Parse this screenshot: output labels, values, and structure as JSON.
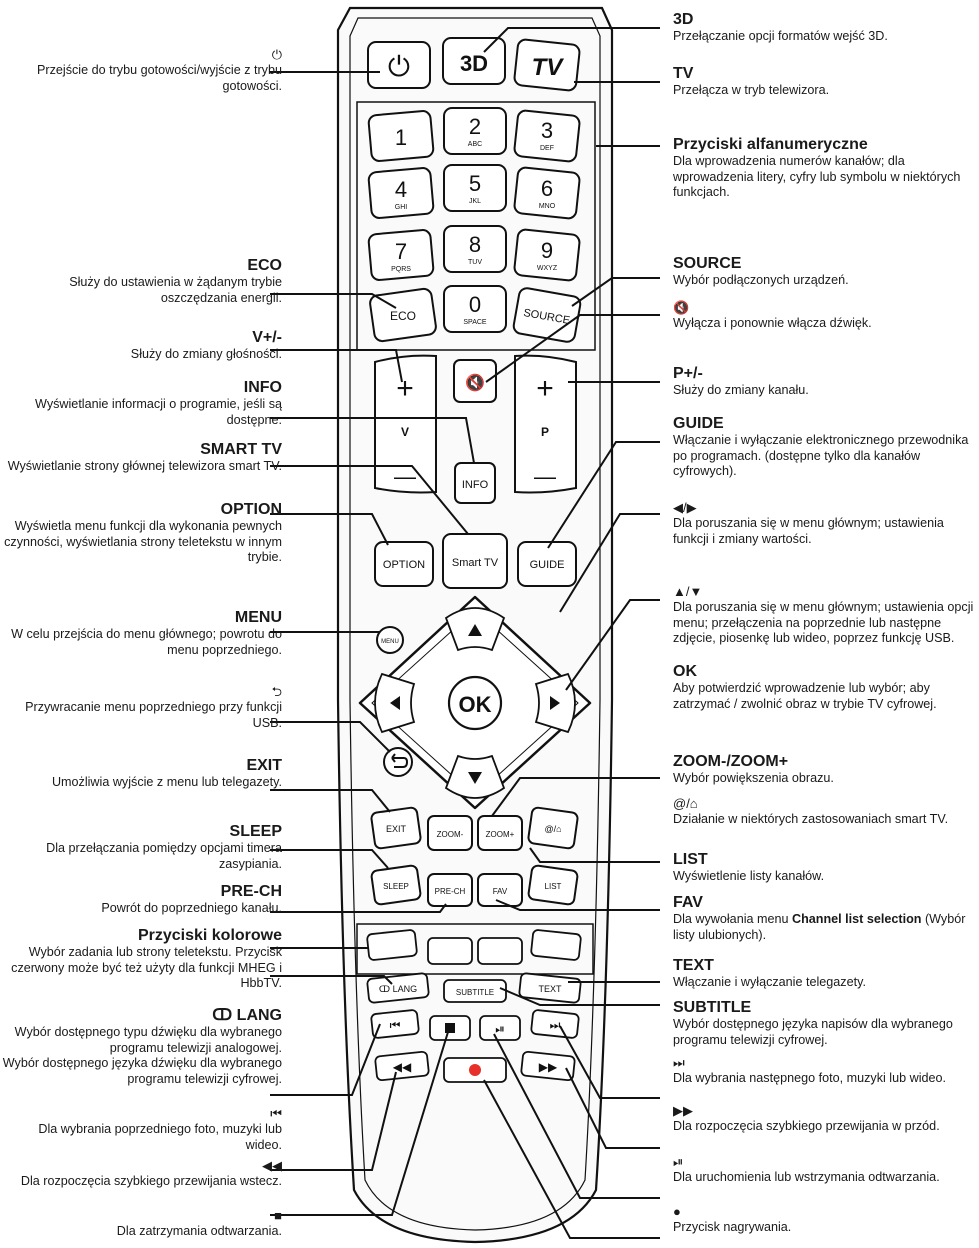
{
  "remote": {
    "keys": {
      "power": "⏻",
      "3d": "3D",
      "tv": "TV",
      "num": [
        {
          "d": "1",
          "s": ""
        },
        {
          "d": "2",
          "s": "ABC"
        },
        {
          "d": "3",
          "s": "DEF"
        },
        {
          "d": "4",
          "s": "GHI"
        },
        {
          "d": "5",
          "s": "JKL"
        },
        {
          "d": "6",
          "s": "MNO"
        },
        {
          "d": "7",
          "s": "PQRS"
        },
        {
          "d": "8",
          "s": "TUV"
        },
        {
          "d": "9",
          "s": "WXYZ"
        }
      ],
      "zero": "0",
      "zero_sub": "SPACE",
      "eco": "ECO",
      "source": "SOURCE",
      "vol_plus": "+",
      "vol_minus": "—",
      "vol_label": "V",
      "ch_plus": "+",
      "ch_minus": "—",
      "ch_label": "P",
      "info": "INFO",
      "option": "OPTION",
      "smart": "Smart TV",
      "guide": "GUIDE",
      "menu": "MENU",
      "ok": "OK",
      "exit": "EXIT",
      "zoom_minus": "ZOOM-",
      "zoom_plus": "ZOOM+",
      "at_home": "@/⌂",
      "sleep": "SLEEP",
      "prech": "PRE-CH",
      "fav": "FAV",
      "list": "LIST",
      "lang": "ↀ LANG",
      "subtitle": "SUBTITLE",
      "text": "TEXT"
    },
    "colors": {
      "power_red": "#e8302a",
      "record_red": "#e8302a"
    }
  },
  "left": {
    "power": {
      "sym": "⏻",
      "desc": "Przejście do trybu gotowości/wyjście z trybu gotowości."
    },
    "eco": {
      "title": "ECO",
      "desc": "Służy do ustawienia w żądanym trybie oszczędzania energii."
    },
    "vol": {
      "title": "V+/-",
      "desc": "Służy do zmiany głośności."
    },
    "info": {
      "title": "INFO",
      "desc": "Wyświetlanie informacji o programie, jeśli są dostępne."
    },
    "smart": {
      "title": "SMART TV",
      "desc": "Wyświetlanie strony głównej telewizora smart TV."
    },
    "option": {
      "title": "OPTION",
      "desc": "Wyświetla menu funkcji dla wykonania pewnych czynności, wyświetlania strony teletekstu w innym trybie."
    },
    "menu": {
      "title": "MENU",
      "desc": "W celu przejścia do menu głównego; powrotu do menu poprzedniego."
    },
    "back": {
      "sym": "⮌",
      "desc": "Przywracanie menu poprzedniego przy funkcji USB."
    },
    "exit": {
      "title": "EXIT",
      "desc": "Umożliwia wyjście z menu lub telegazety."
    },
    "sleep": {
      "title": "SLEEP",
      "desc": "Dla przełączania pomiędzy opcjami timera zasypiania."
    },
    "prech": {
      "title": "PRE-CH",
      "desc": "Powrót do poprzedniego kanału."
    },
    "color": {
      "title": "Przyciski kolorowe",
      "desc": "Wybór zadania lub strony teletekstu. Przycisk czerwony może być też użyty dla funkcji MHEG i HbbTV."
    },
    "lang": {
      "title": "ↀ LANG",
      "desc1": "Wybór dostępnego typu dźwięku dla wybranego programu telewizji analogowej.",
      "desc2": "Wybór dostępnego języka dźwięku dla wybranego programu telewizji cyfrowej."
    },
    "prev": {
      "sym": "⏮",
      "desc": "Dla wybrania poprzedniego foto, muzyki lub wideo."
    },
    "rew": {
      "sym": "◀◀",
      "desc": "Dla rozpoczęcia szybkiego przewijania wstecz."
    },
    "stop": {
      "sym": "■",
      "desc": "Dla zatrzymania odtwarzania."
    }
  },
  "right": {
    "3d": {
      "title": "3D",
      "desc": "Przełączanie opcji formatów wejść 3D."
    },
    "tv": {
      "title": "TV",
      "desc": "Przełącza w tryb telewizora."
    },
    "alnum": {
      "title": "Przyciski alfanumeryczne",
      "desc": "Dla wprowadzenia numerów kanałów; dla wprowadzenia litery, cyfry lub symbolu w niektórych funkcjach."
    },
    "source": {
      "title": "SOURCE",
      "desc": "Wybór podłączonych urządzeń."
    },
    "mute": {
      "sym": "🔇",
      "desc": "Wyłącza i ponownie włącza dźwięk."
    },
    "prog": {
      "title": "P+/-",
      "desc": "Służy do zmiany kanału."
    },
    "guide": {
      "title": "GUIDE",
      "desc": "Włączanie i wyłączanie elektronicznego przewodnika po programach. (dostępne tylko dla kanałów cyfrowych)."
    },
    "lr": {
      "sym": "◀/▶",
      "desc": "Dla poruszania się w menu głównym; ustawienia funkcji i zmiany wartości."
    },
    "ud": {
      "sym": "▲/▼",
      "desc": "Dla poruszania się w menu głównym; ustawienia opcji menu; przełączenia na poprzednie lub następne zdjęcie, piosenkę lub wideo, poprzez funkcję USB."
    },
    "ok": {
      "title": "OK",
      "desc": "Aby potwierdzić wprowadzenie lub wybór; aby zatrzymać / zwolnić obraz w trybie TV cyfrowej."
    },
    "zoom": {
      "title": "ZOOM-/ZOOM+",
      "desc": "Wybór powiększenia obrazu."
    },
    "home": {
      "sym": "@/⌂",
      "desc": "Działanie w niektórych zastosowaniach smart TV."
    },
    "list": {
      "title": "LIST",
      "desc": "Wyświetlenie listy kanałów."
    },
    "fav": {
      "title": "FAV",
      "desc_pre": "Dla wywołania menu ",
      "desc_bold": "Channel list selection",
      "desc_post": " (Wybór listy ulubionych)."
    },
    "text": {
      "title": "TEXT",
      "desc": "Włączanie i wyłączanie telegazety."
    },
    "subtitle": {
      "title": "SUBTITLE",
      "desc": "Wybór dostępnego języka napisów dla wybranego programu telewizji cyfrowej."
    },
    "next": {
      "sym": "⏭",
      "desc": "Dla wybrania następnego foto, muzyki lub wideo."
    },
    "ff": {
      "sym": "▶▶",
      "desc": "Dla rozpoczęcia szybkiego przewijania w przód."
    },
    "play": {
      "sym": "⏯",
      "desc": "Dla uruchomienia lub wstrzymania odtwarzania."
    },
    "rec": {
      "sym": "●",
      "desc": "Przycisk nagrywania."
    }
  }
}
